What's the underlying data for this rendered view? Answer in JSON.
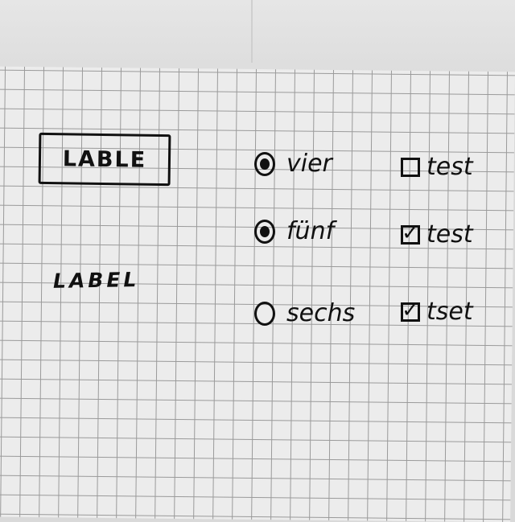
{
  "button": {
    "label": "LABLE"
  },
  "label": {
    "text": "LABEL"
  },
  "radios": [
    {
      "label": "vier",
      "checked": true
    },
    {
      "label": "fünf",
      "checked": true
    },
    {
      "label": "sechs",
      "checked": false
    }
  ],
  "checkboxes": [
    {
      "label": "test",
      "checked": false
    },
    {
      "label": "test",
      "checked": true
    },
    {
      "label": "tset",
      "checked": true
    }
  ],
  "tick_glyph": "✓"
}
